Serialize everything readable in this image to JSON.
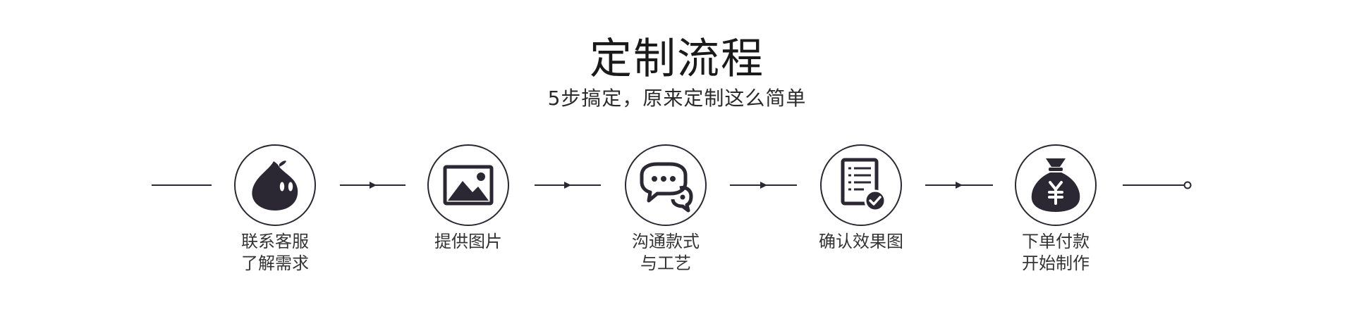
{
  "header": {
    "title": "定制流程",
    "subtitle": "5步搞定，原来定制这么简单"
  },
  "steps": [
    {
      "icon": "chat-bubble-face-icon",
      "line1": "联系客服",
      "line2": "了解需求"
    },
    {
      "icon": "image-icon",
      "line1": "提供图片",
      "line2": ""
    },
    {
      "icon": "conversation-icon",
      "line1": "沟通款式",
      "line2": "与工艺"
    },
    {
      "icon": "document-check-icon",
      "line1": "确认效果图",
      "line2": ""
    },
    {
      "icon": "money-bag-icon",
      "line1": "下单付款",
      "line2": "开始制作"
    }
  ],
  "colors": {
    "ink": "#2b2733",
    "line": "#2b2733",
    "text": "#333333"
  }
}
